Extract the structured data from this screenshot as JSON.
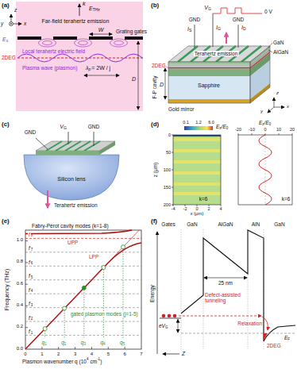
{
  "diagram": {
    "labels": [
      "(a)",
      "k",
      "E",
      "THz",
      "Far-field terahertz emission",
      "z",
      "y",
      "x",
      "E",
      "x",
      "W",
      "Grating gates",
      "Local terahertz electric field",
      "2DEG",
      "Plasma wave (plasmon)",
      "λ",
      "p",
      "= 2W / j",
      "D",
      "(b)",
      "V",
      "G",
      "0 V",
      "GND",
      "I",
      "S",
      "I",
      "G",
      "GND",
      "I",
      "D",
      "Terahertz emission",
      "GaN",
      "AlGaN",
      "2DEG",
      "F-P cavity",
      "D",
      "Sapphire",
      "Gold mirror",
      "z",
      "y",
      "x",
      "(c)",
      "V",
      "G",
      "GND",
      "GND",
      "Silicon lens",
      "Terahertz emission",
      "(d)",
      "0.1",
      "1.2",
      "6.0",
      "E",
      "z",
      "/E",
      "0",
      "0",
      "50",
      "100",
      "150",
      "200",
      "z (μm)",
      "-4",
      "-2",
      "0",
      "2",
      "4",
      "x (μm)",
      "k=6",
      "E",
      "z",
      "/E",
      "0",
      "-20",
      "-10",
      "0",
      "10",
      "20",
      "k=6",
      "(e)",
      "Fabry-Pérot cavity modes (k=1-8)",
      "f",
      "1",
      "f",
      "2",
      "f",
      "3",
      "f",
      "4",
      "f",
      "5",
      "f",
      "6",
      "f",
      "7",
      "f",
      "8",
      "UPP",
      "LPP",
      "gated plasmon modes (j=1-5)",
      "q",
      "1",
      "q",
      "2",
      "q",
      "3",
      "q",
      "4",
      "q",
      "5",
      "0.0",
      "0.2",
      "0.4",
      "0.6",
      "0.8",
      "1.0",
      "Frequency (THz)",
      "0",
      "1",
      "2",
      "3",
      "4",
      "5",
      "6",
      "7",
      "Plasmon wavenumber q (10",
      "4",
      "cm",
      "-1",
      ")",
      "(f)",
      "Gates",
      "GaN",
      "AlGaN",
      "AlN",
      "GaN",
      "Energy",
      "25 nm",
      "Defect-assisted tunneling",
      "Relaxation",
      "eV",
      "G",
      "2DEG",
      "E",
      "F",
      "Z"
    ]
  }
}
